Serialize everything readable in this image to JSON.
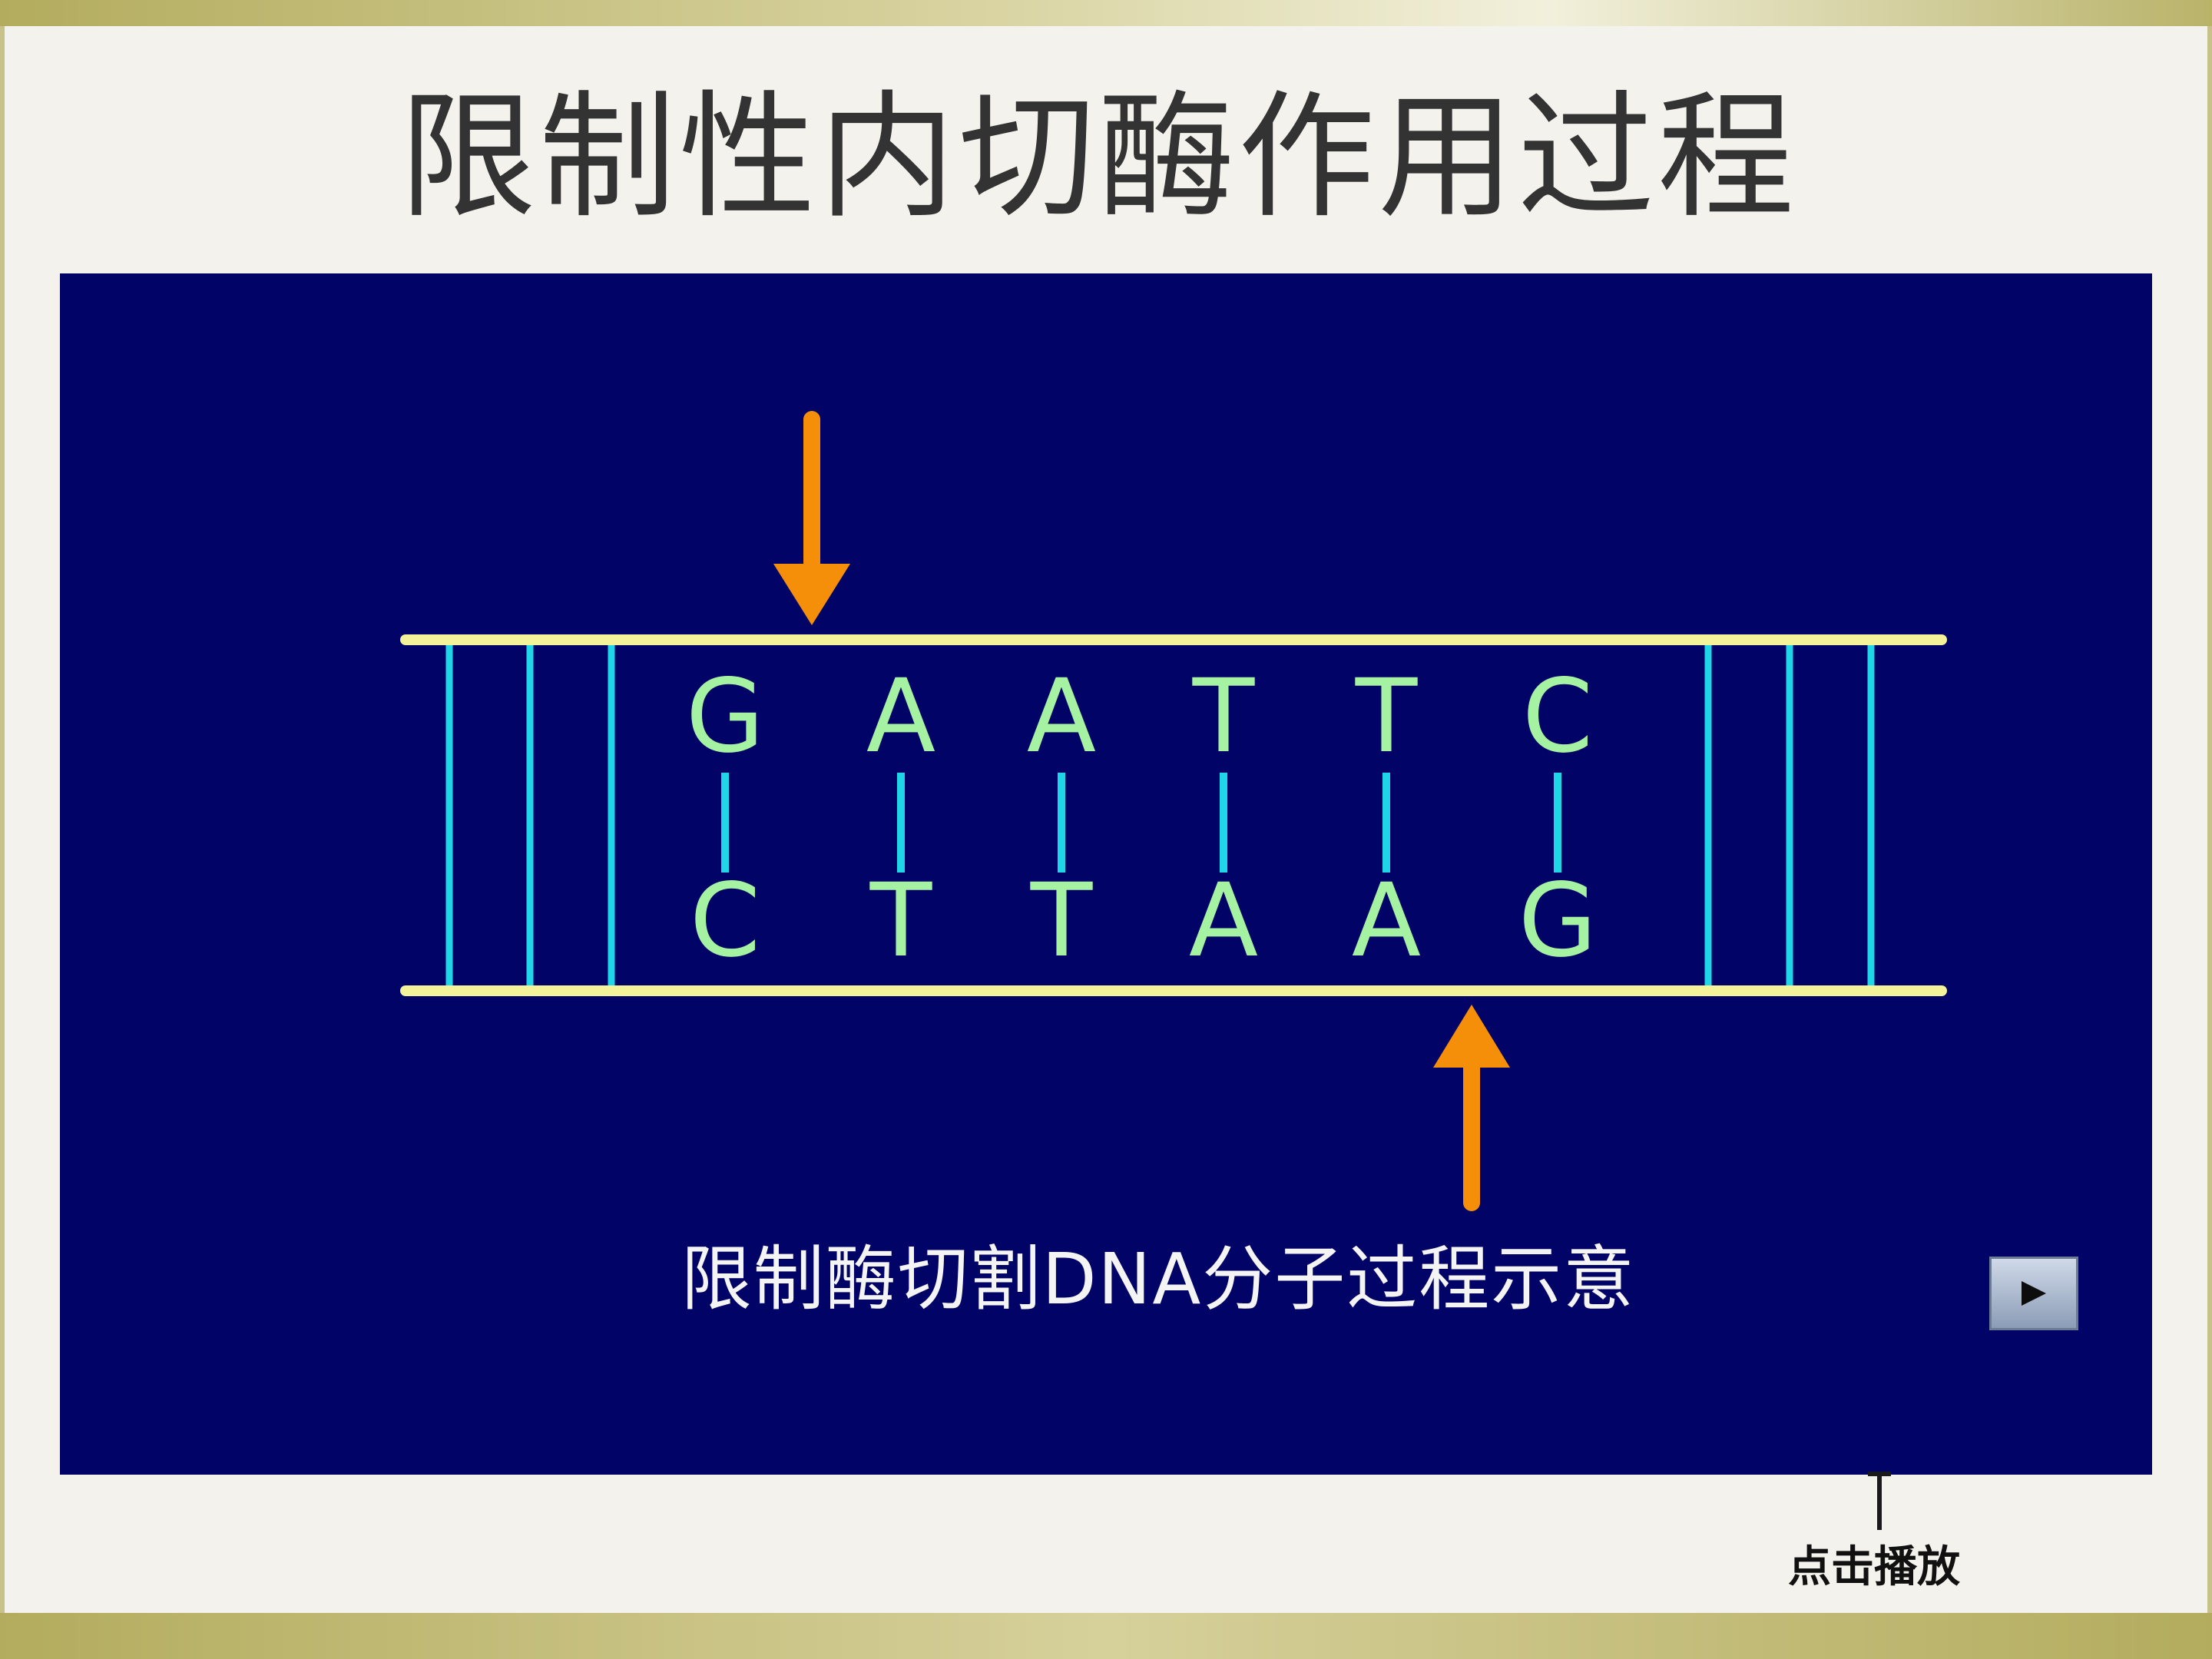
{
  "slide": {
    "title": "限制性内切酶作用过程"
  },
  "animation": {
    "top_strand": [
      "G",
      "A",
      "A",
      "T",
      "T",
      "C"
    ],
    "bottom_strand": [
      "C",
      "T",
      "T",
      "A",
      "A",
      "G"
    ],
    "caption": "限制酶切割DNA分子过程示意",
    "colors": {
      "background": "#020366",
      "backbone": "#f4f39a",
      "rungs": "#1fd6e8",
      "bases": "#a6f2a3",
      "arrows": "#f58f0a"
    }
  },
  "controls": {
    "play_icon": "play-triangle-icon",
    "play_hint": "点击播放"
  }
}
